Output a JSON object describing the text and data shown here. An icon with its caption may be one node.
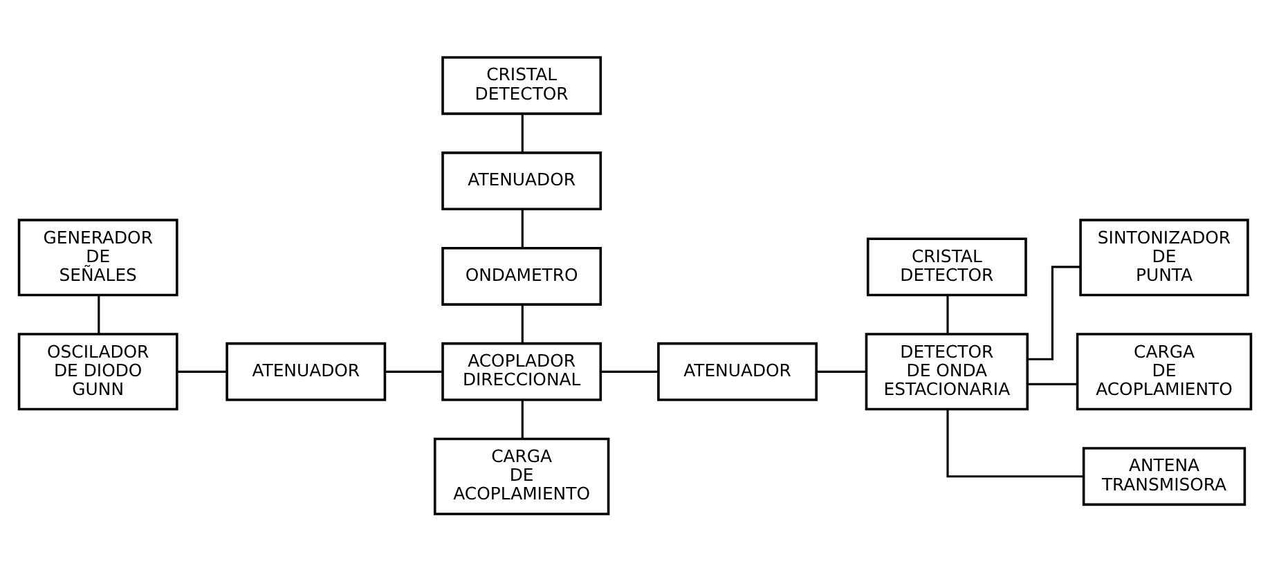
{
  "diagram": {
    "nodes": [
      {
        "text": [
          "GENERADOR DE SEÑALES"
        ]
      },
      {
        "text": [
          "CRISTAL DETECTOR"
        ]
      },
      {
        "text": [
          "ATENUADOR"
        ]
      },
      {
        "text": [
          "ONDAMETRO"
        ]
      },
      {
        "text": [
          "OSCILADOR DE DIODO GUNN"
        ]
      },
      {
        "text": [
          "ATENUADOR"
        ]
      },
      {
        "text": [
          "ACOPLADOR DIRECCIONAL"
        ]
      },
      {
        "text": [
          "ATENUADOR"
        ]
      },
      {
        "text": [
          "CRISTAL DETECTOR"
        ]
      },
      {
        "text": [
          "DETECTOR DE ONDA ESTACIONARIA"
        ]
      },
      {
        "text": [
          "SINTONIZADOR DE PUNTA"
        ]
      },
      {
        "text": [
          "CARGA DE ACOPLAMIENTO"
        ]
      },
      {
        "text": [
          "ANTENA TRANSMISORA"
        ]
      },
      {
        "text": [
          "CARGA DE ACOPLAMIENTO"
        ]
      }
    ],
    "edges": [
      {
        "from": 0,
        "to": 4,
        "arrow": "none"
      },
      {
        "from": 1,
        "to": 2,
        "arrow": "none"
      },
      {
        "from": 2,
        "to": 3,
        "arrow": "none"
      },
      {
        "from": 3,
        "to": 6,
        "arrow": "none"
      },
      {
        "from": 4,
        "to": 5,
        "arrow": "none"
      },
      {
        "from": 5,
        "to": 6,
        "arrow": "none"
      },
      {
        "from": 6,
        "to": 7,
        "arrow": "none"
      },
      {
        "from": 7,
        "to": 9,
        "arrow": "none"
      },
      {
        "from": 8,
        "to": 9,
        "arrow": "none"
      },
      {
        "from": 9,
        "to": 10,
        "arrow": "none"
      },
      {
        "from": 9,
        "to": 11,
        "arrow": "none"
      },
      {
        "from": 9,
        "to": 12,
        "arrow": "none"
      },
      {
        "from": 6,
        "to": 13,
        "arrow": "none"
      }
    ]
  }
}
